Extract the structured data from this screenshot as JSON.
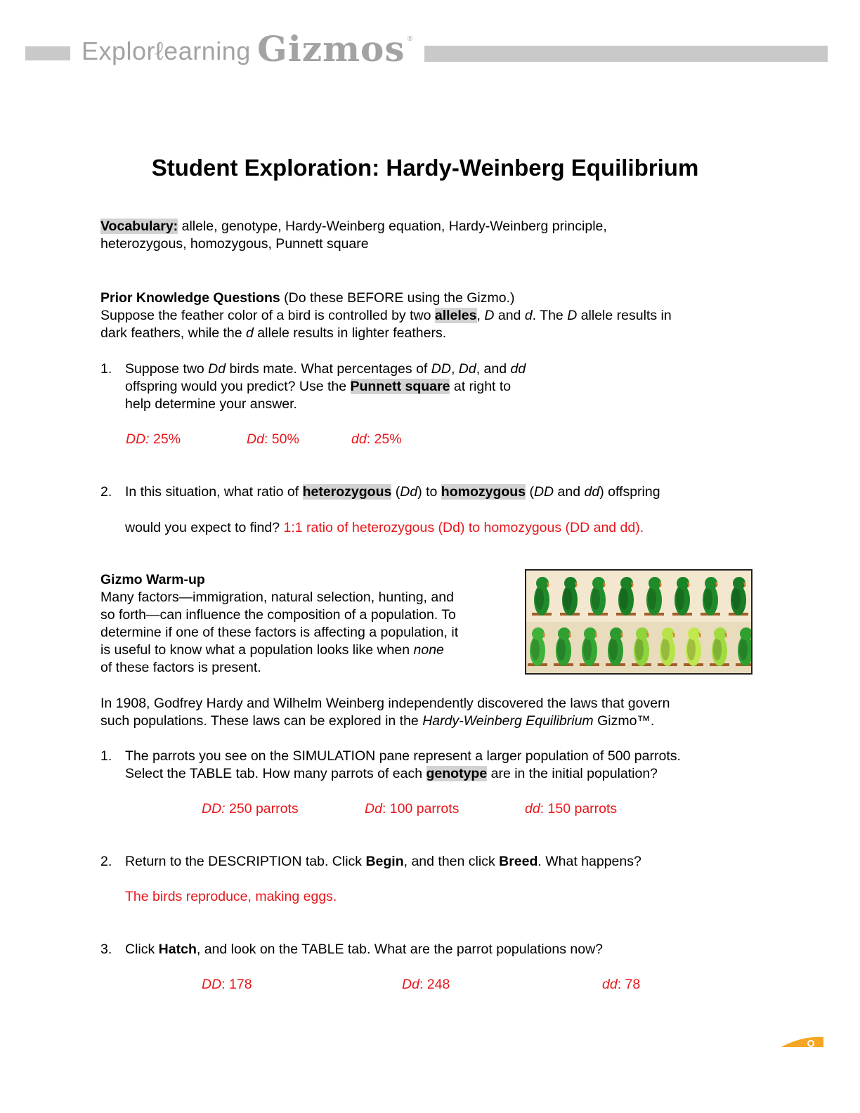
{
  "header": {
    "brand_explore": "Explorℓearning",
    "brand_gizmos": "Gizmos",
    "brand_reg": "®"
  },
  "title": "Student Exploration: Hardy-Weinberg Equilibrium",
  "vocabulary": {
    "label": "Vocabulary:",
    "line1": " allele, genotype, Hardy-Weinberg equation, Hardy-Weinberg principle,",
    "line2": "heterozygous, homozygous, Punnett square"
  },
  "prior_knowledge": {
    "heading": "Prior Knowledge Questions",
    "heading_note": " (Do these BEFORE using the Gizmo.)",
    "intro_a": "Suppose the feather color of a bird is controlled by two ",
    "intro_alleles": "alleles",
    "intro_b": ", ",
    "intro_D": "D",
    "intro_c": " and ",
    "intro_d": "d",
    "intro_e": ". The ",
    "intro_D2": "D",
    "intro_f": " allele results in",
    "intro_line2_a": "dark feathers, while the ",
    "intro_line2_d": "d",
    "intro_line2_b": " allele results in lighter feathers.",
    "q1": {
      "num": "1.",
      "a": "Suppose two ",
      "Dd": "Dd",
      "b": " birds mate. What percentages of ",
      "DD": "DD",
      "c": ", ",
      "Dd2": "Dd",
      "d": ", and ",
      "dd": "dd",
      "line2_a": "offspring would you predict? Use the ",
      "line2_punnett": "Punnett square",
      "line2_b": " at right to",
      "line3": "help determine your answer.",
      "ans_DD_label": "DD:",
      "ans_DD_val": " 25%",
      "ans_Dd_label": "Dd",
      "ans_Dd_val": ": 50%",
      "ans_dd_label": "dd",
      "ans_dd_val": ": 25%"
    },
    "q2": {
      "num": "2.",
      "a": "In this situation, what ratio of ",
      "het": "heterozygous",
      "b": " (",
      "Dd": "Dd",
      "c": ") to ",
      "hom": "homozygous",
      "d": " (",
      "DD": "DD",
      "e": " and ",
      "dd": "dd",
      "f": ") offspring",
      "line2": "would you expect to find? ",
      "answer": "1:1 ratio of heterozygous (Dd) to homozygous (DD and dd)."
    }
  },
  "warmup": {
    "heading": "Gizmo Warm-up",
    "p1_l1": "Many factors—immigration, natural selection, hunting, and",
    "p1_l2": "so forth—can influence the composition of a population. To",
    "p1_l3": "determine if one of these factors is affecting a population, it",
    "p1_l4a": "is useful to know what a population looks like when ",
    "p1_l4_none": "none",
    "p1_l5": "of these factors is present.",
    "p2_l1": "In 1908, Godfrey Hardy and Wilhelm Weinberg independently discovered the laws that govern",
    "p2_l2a": "such populations. These laws can be explored in the ",
    "p2_l2_gizmo": "Hardy-Weinberg Equilibrium",
    "p2_l2b": " Gizmo™.",
    "q1": {
      "num": "1.",
      "l1": "The parrots you see on the SIMULATION pane represent a larger population of 500 parrots.",
      "l2a": "Select the TABLE tab. How many parrots of each ",
      "l2_genotype": "genotype",
      "l2b": " are in the initial population?",
      "DD_label": "DD:",
      "DD_val": " 250 parrots",
      "Dd_label": "Dd",
      "Dd_val": ": 100 parrots",
      "dd_label": "dd",
      "dd_val": ": 150 parrots"
    },
    "q2": {
      "num": "2.",
      "a": "Return to the DESCRIPTION tab. Click ",
      "begin": "Begin",
      "b": ", and then click ",
      "breed": "Breed",
      "c": ". What happens?",
      "answer": "The birds reproduce, making eggs."
    },
    "q3": {
      "num": "3.",
      "a": "Click ",
      "hatch": "Hatch",
      "b": ", and look on the TABLE tab. What are the parrot populations now?",
      "DD_label": "DD",
      "DD_val": ": 178",
      "Dd_label": "Dd",
      "Dd_val": ": 248",
      "dd_label": "dd",
      "dd_val": ": 78"
    }
  },
  "parrot_image": {
    "top_row_colors": [
      "#1f8a2a",
      "#1a7d25",
      "#228f2d",
      "#1b8126",
      "#208a2a",
      "#1c8427",
      "#1f8a2a",
      "#1a7d25"
    ],
    "bottom_row_colors": [
      "#3fb23a",
      "#2f9f31",
      "#35a834",
      "#2c9a2f",
      "#8fd43c",
      "#b6e34a",
      "#c2e84f",
      "#9fdb41",
      "#2f9f31"
    ]
  }
}
